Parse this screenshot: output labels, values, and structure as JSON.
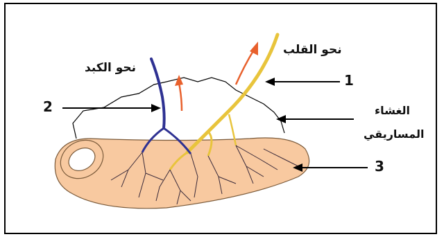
{
  "labels": {
    "to_heart": "نحو القلب",
    "to_liver": "نحو الكبد",
    "membrane_line1": "الغشاء",
    "membrane_line2": "المساريقي"
  },
  "numbers": {
    "n1": "1",
    "n2": "2",
    "n3": "3"
  },
  "colors": {
    "intestine_fill": "#f8c9a0",
    "vein": "#2e3192",
    "lymph_vessel": "#e8c43c",
    "flow_arrow": "#e8602c",
    "membrane_line": "#000000"
  }
}
